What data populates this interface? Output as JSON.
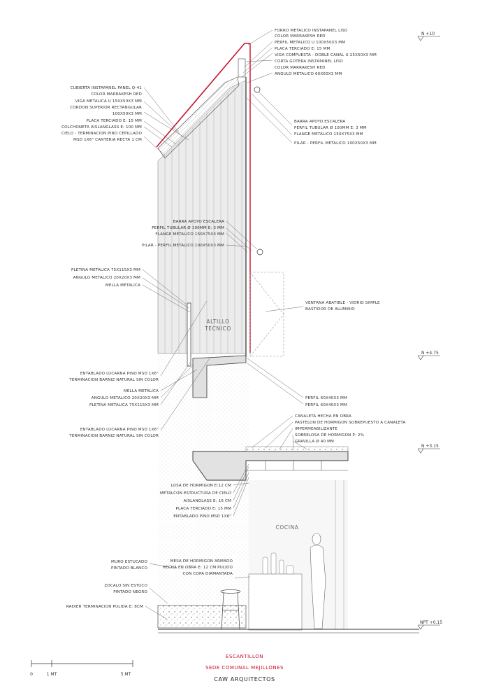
{
  "drawing": {
    "title": "ESCANTILLON",
    "project": "SEDE COMUNAL MEJILLONES",
    "office": "CAW ARQUITECTOS",
    "accent_color": "#c8102e",
    "line_color": "#333333"
  },
  "levels": [
    "N +10",
    "N +4.75",
    "N +3.15",
    "NPT +0.15"
  ],
  "rooms": {
    "altillo_line1": "ALTILLO",
    "altillo_line2": "TECNICO",
    "cocina": "COCINA"
  },
  "scale_bar": {
    "zero": "0",
    "one": "1 MT",
    "five": "5 MT"
  },
  "labels_right": [
    "FORRO METALICO INSTAPANEL LISO",
    "COLOR MARRAKESH RED",
    "PERFIL METALICO U 100X50X3 MM",
    "PLACA TERCIADO E: 15 MM",
    "VIGA COMPUESTA - DOBLE CANAL U 25X50X3 MM",
    "CORTA GOTERA INSTAPANEL LISO",
    "COLOR MARRAKESH RED",
    "ANGULO METALICO 60X60X3 MM",
    "BARRA APOYO ESCALERA",
    "PERFIL TUBULAR Ø 100MM E: 3 MM",
    "FLANGE METALICO 150X75X3 MM",
    "PILAR - PERFIL METALICO 100X50X3 MM",
    "VENTANA ABATIBLE - VIDRIO SIMPLE",
    "BASTIDOR DE ALUMINIO",
    "PERFIL 60X40X3 MM",
    "PERFIL 60X40X3 MM",
    "CANALETA HECHA EN OBRA",
    "PASTELON DE HORMIGON SOBREPUESTO A CANALETA",
    "IMPERMEABILIZANTE",
    "SOBRELOSA DE HORMIGON P: 2%",
    "GRAVILLA Ø 40 MM"
  ],
  "labels_left": [
    "CUBIERTA INSTAPANEL PANEL Q-41",
    "COLOR MARRAKESH RED",
    "VIGA METALICA U 150X50X3 MM",
    "CORDON SUPERIOR RECTANGULAR",
    "100X50X3 MM",
    "PLACA TERCIADO E: 15 MM",
    "COLCHONETA AISLANGLASS E: 100 MM",
    "CIELO - TERMINACION PINO CEPILLADO",
    "MSD 1X6\" CANTERIA RECTA 1 CM",
    "PLETINA METALICA 75X115X3 MM",
    "ANGULO METALICO 20X20X3 MM",
    "MELLA METALICA",
    "ENTABLADO LUCARNA PINO MSD 1X6\"",
    "TERMINACION BARNIZ NATURAL SIN COLOR",
    "MELLA METALICA",
    "ANGULO METALICO 20X20X3 MM",
    "PLETINA METALICA 75X115X3 MM",
    "ENTABLADO LUCARNA PINO MSD 1X6\"",
    "TERMINACION BARNIZ NATURAL SIN COLOR",
    "MURO ESTUCADO",
    "PINTADO BLANCO",
    "ZOCALO SIN ESTUCO",
    "PINTADO NEGRO",
    "RADIER TERMINACION PULIDA E: 8CM"
  ],
  "labels_center": [
    "BARRA APOYO ESCALERA",
    "PERFIL TUBULAR Ø 100MM E: 3 MM",
    "FLANGE METALICO 150X75X3 MM",
    "PILAR - PERFIL METALICO 100X50X3 MM",
    "LOSA DE HORMIGON E:12 CM",
    "METALCON ESTRUCTURA DE CIELO",
    "AISLANGLASS E: 16 CM",
    "PLACA TERCIADO E: 15 MM",
    "ENTABLADO PINO MSD 1X6\"",
    "MESA DE HORMIGON ARMADO",
    "HECHA EN OBRA E: 12 CM PULIDO",
    "CON COPA DIAMANTADA"
  ]
}
